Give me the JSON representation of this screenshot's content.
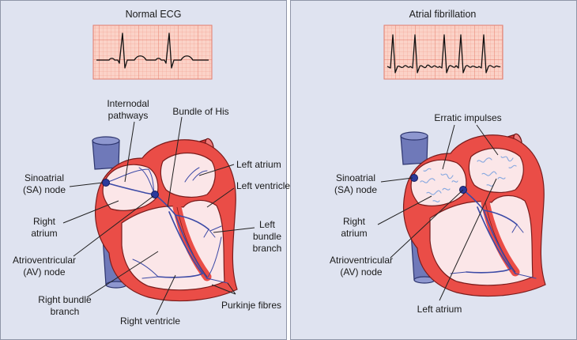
{
  "left_panel": {
    "title": "Normal ECG",
    "labels": {
      "internodal": [
        "Internodal",
        "pathways"
      ],
      "bundle_his": "Bundle of His",
      "left_atrium": "Left atrium",
      "left_ventricle": "Left ventricle",
      "sa_node": [
        "Sinoatrial",
        "(SA) node"
      ],
      "right_atrium": [
        "Right",
        "atrium"
      ],
      "av_node": [
        "Atrioventricular",
        "(AV) node"
      ],
      "left_bundle": [
        "Left",
        "bundle",
        "branch"
      ],
      "right_bundle": [
        "Right bundle",
        "branch"
      ],
      "right_ventricle": "Right ventricle",
      "purkinje": "Purkinje fibres"
    }
  },
  "right_panel": {
    "title": "Atrial fibrillation",
    "labels": {
      "erratic": "Erratic impulses",
      "sa_node": [
        "Sinoatrial",
        "(SA) node"
      ],
      "right_atrium": [
        "Right",
        "atrium"
      ],
      "av_node": [
        "Atrioventricular",
        "(AV) node"
      ],
      "left_atrium": "Left atrium"
    }
  },
  "colors": {
    "panel_bg": "#dfe3f0",
    "ecg_paper": "#fbd2c7",
    "heart_wall": "#ea4d47",
    "chamber": "#fbe6e8",
    "vein": "#6f79b9",
    "conduction": "#3c4aa6"
  }
}
